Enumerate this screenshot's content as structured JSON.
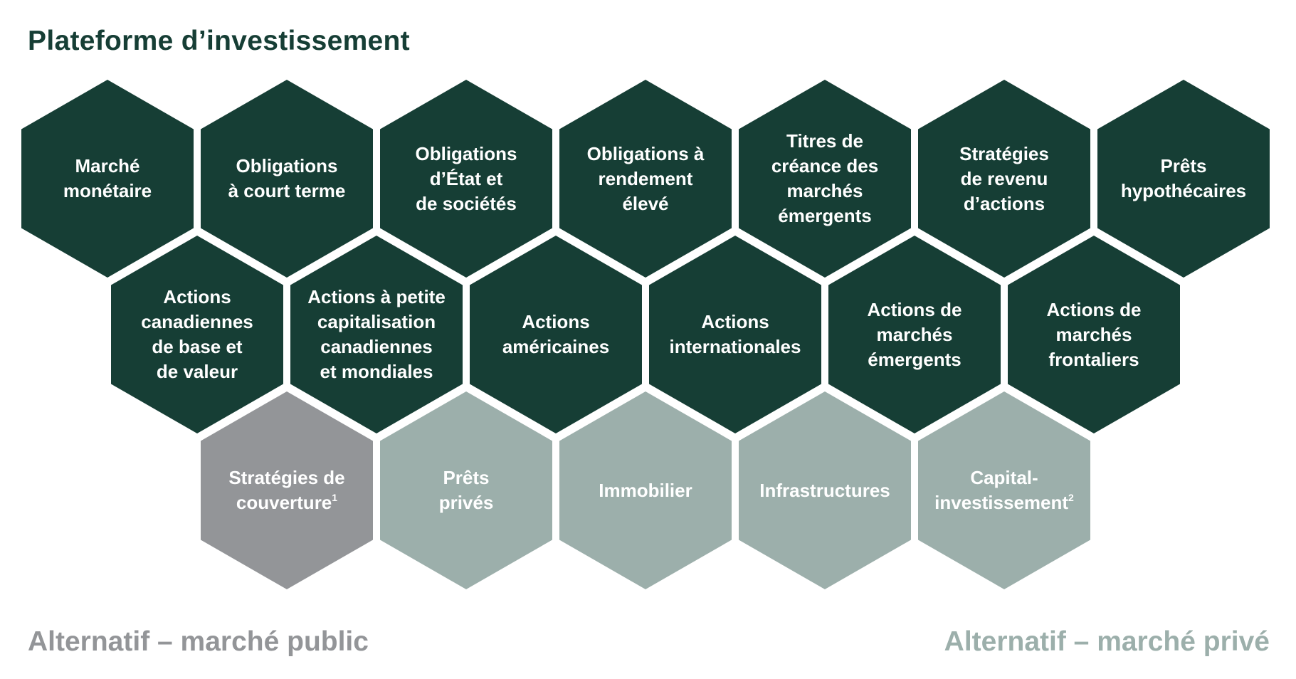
{
  "title": "Plateforme d’investissement",
  "colors": {
    "title": "#163e35",
    "core": "#163e35",
    "public_alt": "#939598",
    "private_alt": "#9cafab",
    "label": "#ffffff"
  },
  "rows": [
    {
      "row": 0,
      "hexes": [
        {
          "lines": [
            "Marché",
            "monétaire"
          ],
          "kind": "core"
        },
        {
          "lines": [
            "Obligations",
            "à court terme"
          ],
          "kind": "core"
        },
        {
          "lines": [
            "Obligations",
            "d’État et",
            "de sociétés"
          ],
          "kind": "core"
        },
        {
          "lines": [
            "Obligations à",
            "rendement",
            "élevé"
          ],
          "kind": "core"
        },
        {
          "lines": [
            "Titres de",
            "créance des",
            "marchés",
            "émergents"
          ],
          "kind": "core"
        },
        {
          "lines": [
            "Stratégies",
            "de revenu",
            "d’actions"
          ],
          "kind": "core"
        },
        {
          "lines": [
            "Prêts",
            "hypothécaires"
          ],
          "kind": "core"
        }
      ]
    },
    {
      "row": 1,
      "hexes": [
        {
          "lines": [
            "Actions",
            "canadiennes",
            "de base et",
            "de valeur"
          ],
          "kind": "core"
        },
        {
          "lines": [
            "Actions à petite",
            "capitalisation",
            "canadiennes",
            "et mondiales"
          ],
          "kind": "core"
        },
        {
          "lines": [
            "Actions",
            "américaines"
          ],
          "kind": "core"
        },
        {
          "lines": [
            "Actions",
            "internationales"
          ],
          "kind": "core"
        },
        {
          "lines": [
            "Actions de",
            "marchés",
            "émergents"
          ],
          "kind": "core"
        },
        {
          "lines": [
            "Actions de",
            "marchés",
            "frontaliers"
          ],
          "kind": "core"
        }
      ]
    },
    {
      "row": 2,
      "hexes": [
        {
          "lines": [
            "Stratégies de",
            "couverture"
          ],
          "note": "1",
          "kind": "public_alt"
        },
        {
          "lines": [
            "Prêts",
            "privés"
          ],
          "kind": "private_alt"
        },
        {
          "lines": [
            "Immobilier"
          ],
          "kind": "private_alt"
        },
        {
          "lines": [
            "Infrastructures"
          ],
          "kind": "private_alt"
        },
        {
          "lines": [
            "Capital-",
            "investissement"
          ],
          "note": "2",
          "kind": "private_alt"
        }
      ]
    }
  ],
  "legend": {
    "public": "Alternatif – marché public",
    "private": "Alternatif – marché privé"
  }
}
